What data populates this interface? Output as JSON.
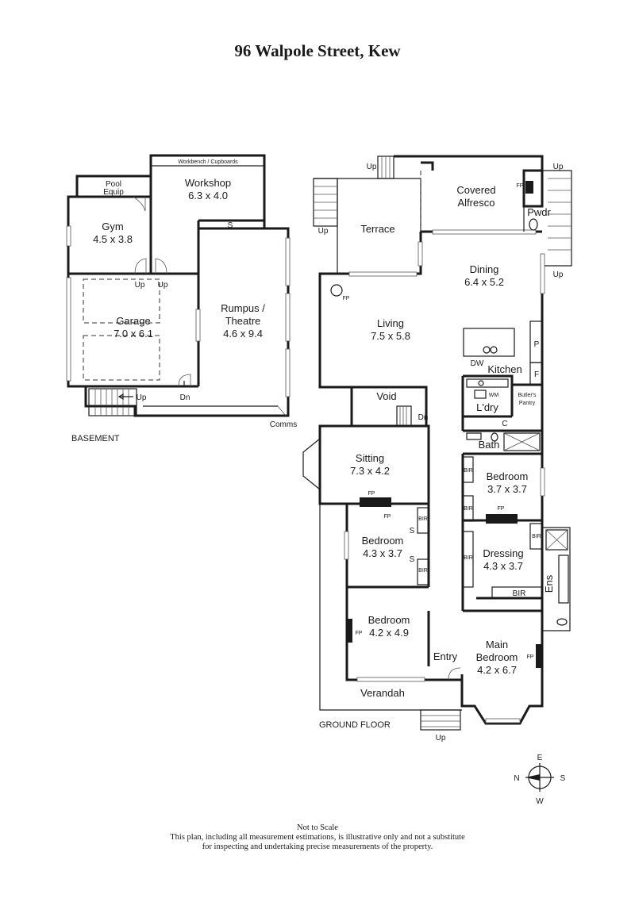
{
  "title": "96 Walpole Street, Kew",
  "floors": {
    "basement": "BASEMENT",
    "ground": "GROUND FLOOR"
  },
  "basement_rooms": {
    "pool_equip_1": "Pool",
    "pool_equip_2": "Equip",
    "workbench": "Workbench / Cupboards",
    "workshop_name": "Workshop",
    "workshop_size": "6.3 x 4.0",
    "gym_name": "Gym",
    "gym_size": "4.5 x 3.8",
    "garage_name": "Garage",
    "garage_size": "7.0 x 6.1",
    "rumpus_name_1": "Rumpus /",
    "rumpus_name_2": "Theatre",
    "rumpus_size": "4.6 x 9.4",
    "comms": "Comms",
    "s": "S",
    "up": "Up",
    "dn": "Dn"
  },
  "ground_rooms": {
    "covered_1": "Covered",
    "covered_2": "Alfresco",
    "terrace": "Terrace",
    "pwdr": "Pwdr",
    "dining_name": "Dining",
    "dining_size": "6.4 x 5.2",
    "living_name": "Living",
    "living_size": "7.5 x 5.8",
    "kitchen": "Kitchen",
    "dw": "DW",
    "p": "P",
    "f": "F",
    "void": "Void",
    "laundry": "L'dry",
    "wm": "WM",
    "butlers_1": "Butler's",
    "butlers_2": "Pantry",
    "c": "C",
    "bath": "Bath",
    "sitting_name": "Sitting",
    "sitting_size": "7.3 x 4.2",
    "bedroom": "Bedroom",
    "bedroom_a_size": "3.7 x 3.7",
    "bedroom_b_size": "4.3 x 3.7",
    "bedroom_c_size": "4.2 x 4.9",
    "bir": "BIR",
    "fp": "FP",
    "dressing_name": "Dressing",
    "dressing_size": "4.3 x 3.7",
    "ens": "Ens",
    "entry": "Entry",
    "main_bed_1": "Main",
    "main_bed_2": "Bedroom",
    "main_bed_size": "4.2 x 6.7",
    "verandah": "Verandah",
    "up": "Up",
    "dn": "Dn",
    "s": "S"
  },
  "compass": {
    "n": "N",
    "e": "E",
    "s": "S",
    "w": "W"
  },
  "disclaimer": {
    "line1": "Not to Scale",
    "line2": "This plan, including all measurement estimations, is illustrative only and not a substitute",
    "line3": "for inspecting and undertaking precise measurements of the property."
  }
}
